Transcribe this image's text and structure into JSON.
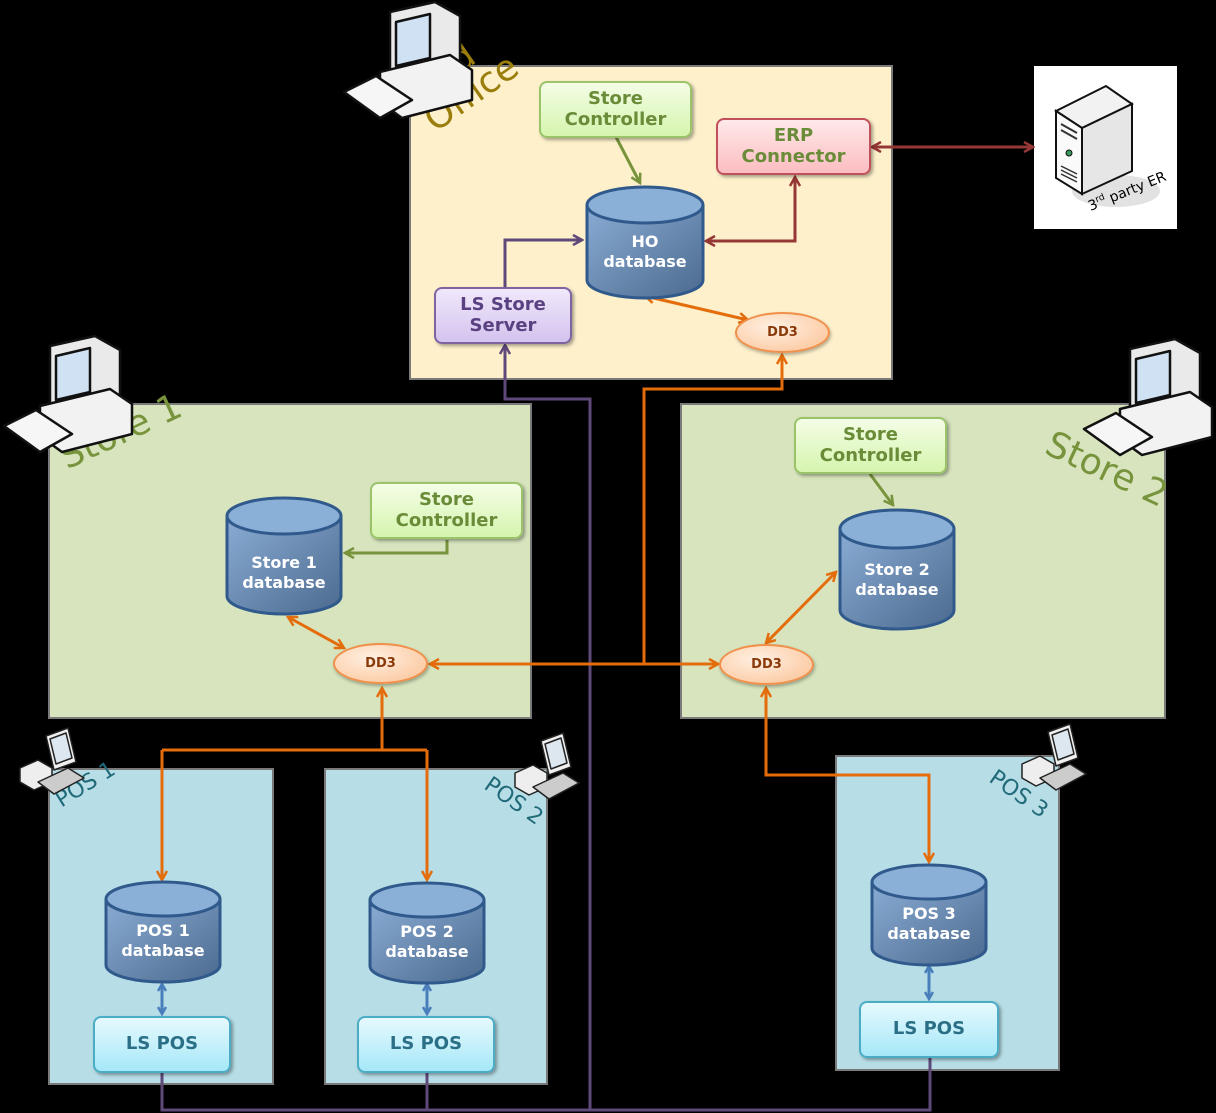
{
  "diagram": {
    "colors": {
      "sync_dd3": "#e46c0a",
      "ls_store_server_link": "#5f497a",
      "erp_link": "#953735",
      "store_controller_link": "#77933c",
      "pos_local_link": "#4a7ebb"
    },
    "head_office": {
      "label": "Head Office",
      "label_line1": "Head",
      "label_line2": "Office",
      "icon": "desktop-computer-icon",
      "store_controller": {
        "line1": "Store",
        "line2": "Controller"
      },
      "erp_connector": {
        "line1": "ERP",
        "line2": "Connector"
      },
      "database": {
        "line1": "HO",
        "line2": "database"
      },
      "ls_store_server": {
        "line1": "LS Store",
        "line2": "Server"
      },
      "dd3": "DD3"
    },
    "third_party": {
      "label_prefix": "3",
      "label_sup": "rd",
      "label_suffix": " party ER",
      "icon": "server-tower-icon"
    },
    "store1": {
      "label": "Store 1",
      "icon": "desktop-computer-icon",
      "store_controller": {
        "line1": "Store",
        "line2": "Controller"
      },
      "database": {
        "line1": "Store 1",
        "line2": "database"
      },
      "dd3": "DD3"
    },
    "store2": {
      "label": "Store 2",
      "icon": "desktop-computer-icon",
      "store_controller": {
        "line1": "Store",
        "line2": "Controller"
      },
      "database": {
        "line1": "Store 2",
        "line2": "database"
      },
      "dd3": "DD3"
    },
    "pos": [
      {
        "label": "POS 1",
        "icon": "pos-terminal-icon",
        "database": {
          "line1": "POS 1",
          "line2": "database"
        },
        "app": "LS POS"
      },
      {
        "label": "POS 2",
        "icon": "pos-terminal-icon",
        "database": {
          "line1": "POS 2",
          "line2": "database"
        },
        "app": "LS POS"
      },
      {
        "label": "POS 3",
        "icon": "pos-terminal-icon",
        "database": {
          "line1": "POS 3",
          "line2": "database"
        },
        "app": "LS POS"
      }
    ]
  }
}
